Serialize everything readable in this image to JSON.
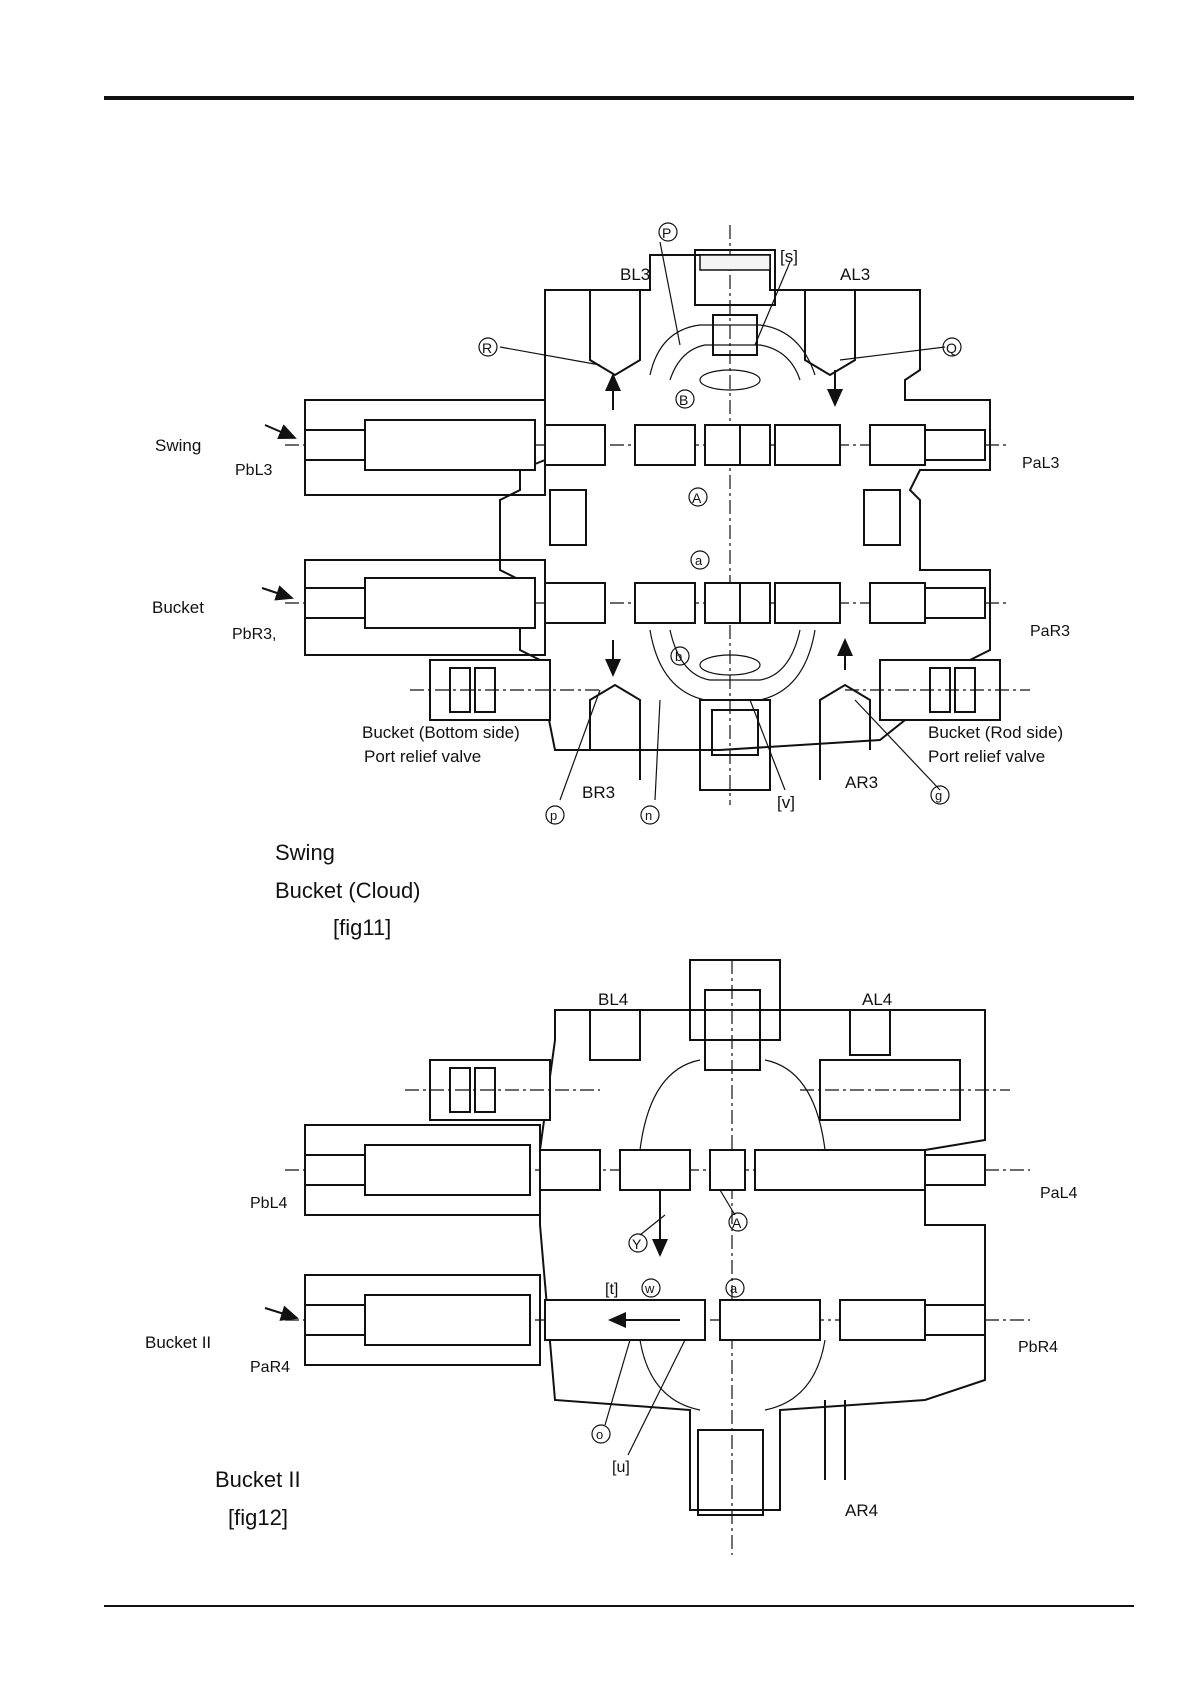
{
  "fig11": {
    "ports": {
      "BL3": "BL3",
      "AL3": "AL3",
      "s": "[s]",
      "P_circled": "P",
      "R_circled": "R",
      "Q_circled": "Q",
      "B_circled": "B",
      "A_circled": "A",
      "a_circled": "a",
      "b_circled": "b",
      "PbL3": "PbL3",
      "PaL3": "PaL3",
      "PbR3": "PbR3,",
      "PaR3": "PaR3",
      "BR3": "BR3",
      "AR3": "AR3",
      "p_circled": "p",
      "n_circled": "n",
      "v": "[v]",
      "g_circled": "g"
    },
    "side_labels": {
      "swing": "Swing",
      "bucket": "Bucket"
    },
    "relief_left": [
      "Bucket (Bottom side)",
      "Port relief valve"
    ],
    "relief_right": [
      "Bucket (Rod side)",
      "Port relief valve"
    ],
    "caption": [
      "Swing",
      "Bucket (Cloud)",
      "[fig11]"
    ]
  },
  "fig12": {
    "ports": {
      "BL4": "BL4",
      "AL4": "AL4",
      "PbL4": "PbL4",
      "PaL4": "PaL4",
      "PaR4": "PaR4",
      "PbR4": "PbR4",
      "AR4": "AR4",
      "A_circled": "A",
      "Y_circled": "Y",
      "w_circled": "w",
      "a_circled": "a",
      "t": "[t]",
      "o_circled": "o",
      "u": "[u]"
    },
    "side_labels": {
      "bucket2": "Bucket II"
    },
    "caption": [
      "Bucket II",
      "[fig12]"
    ]
  }
}
